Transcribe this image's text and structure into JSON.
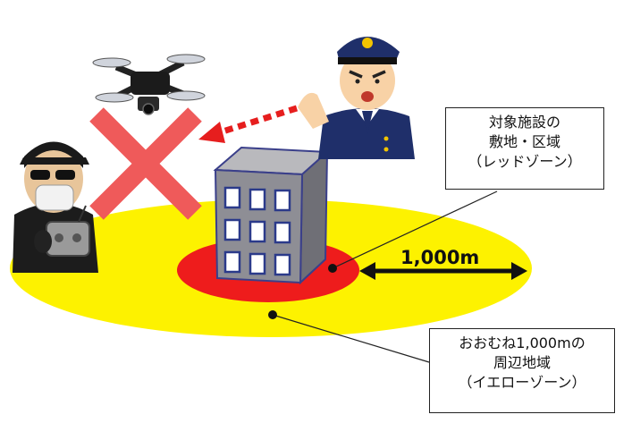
{
  "red_zone_label": {
    "line1": "対象施設の",
    "line2": "敷地・区域",
    "line3": "（レッドゾーン）"
  },
  "yellow_zone_label": {
    "line1": "おおむね1,000mの",
    "line2": "周辺地域",
    "line3": "（イエローゾーン）"
  },
  "distance_label": "1,000m",
  "colors": {
    "yellow_zone": "#fdf200",
    "red_zone": "#ee1c1c",
    "cross": "#ef5a5a",
    "warning_arrow": "#e61e1e",
    "building": "#8e8e95",
    "police_uniform": "#1f2f6a"
  },
  "icons": [
    "drone-icon",
    "cross-mark-icon",
    "police-officer-icon",
    "drone-pilot-icon",
    "building-icon"
  ]
}
